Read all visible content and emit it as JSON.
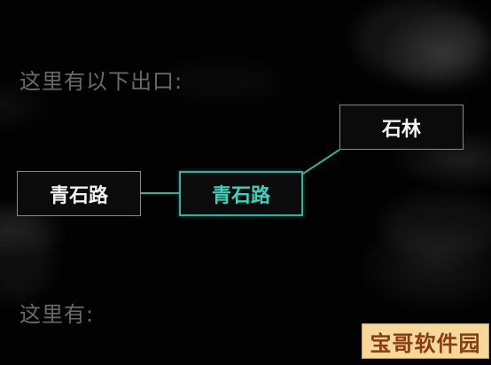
{
  "labels": {
    "exits_heading": "这里有以下出口:",
    "here_heading": "这里有:"
  },
  "map": {
    "nodes": [
      {
        "id": "left",
        "label": "青石路",
        "current": false
      },
      {
        "id": "center",
        "label": "青石路",
        "current": true
      },
      {
        "id": "top",
        "label": "石林",
        "current": false
      }
    ],
    "links": [
      {
        "from": "left",
        "to": "center"
      },
      {
        "from": "center",
        "to": "top"
      }
    ]
  },
  "watermark": {
    "text": "宝哥软件园"
  },
  "colors": {
    "background": "#000000",
    "accent": "#2fb3a0",
    "node_border": "#8a8a8a",
    "heading_text": "#6a6a6a",
    "node_text": "#f2f2f2",
    "watermark_bg": "#f5d89a",
    "watermark_text": "#8a3b12"
  }
}
